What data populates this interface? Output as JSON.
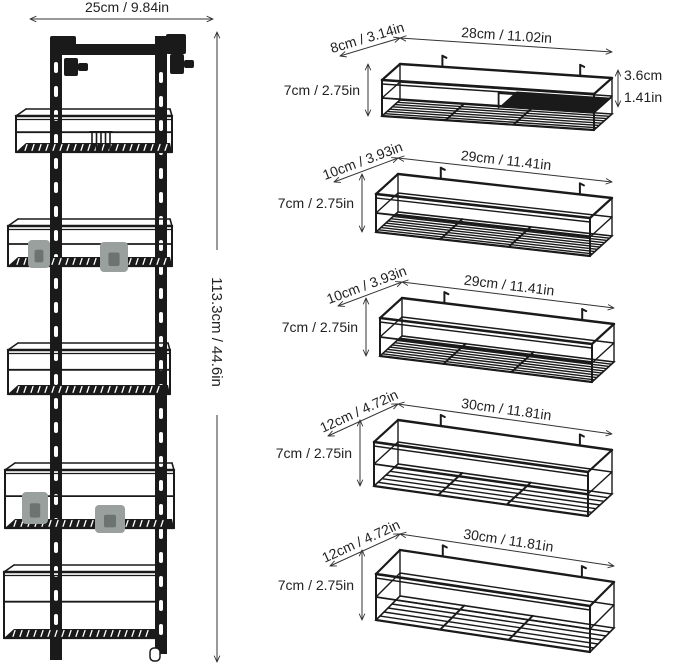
{
  "tower": {
    "width_label": "25cm / 9.84in",
    "height_label": "113.3cm / 44.6in"
  },
  "baskets": [
    {
      "depth_label": "8cm / 3.14in",
      "width_label": "28cm / 11.02in",
      "height_label": "7cm / 2.75in",
      "sub_height_label_cm": "3.6cm",
      "sub_height_label_in": "1.41in"
    },
    {
      "depth_label": "10cm / 3.93in",
      "width_label": "29cm / 11.41in",
      "height_label": "7cm / 2.75in"
    },
    {
      "depth_label": "10cm / 3.93in",
      "width_label": "29cm / 11.41in",
      "height_label": "7cm / 2.75in"
    },
    {
      "depth_label": "12cm / 4.72in",
      "width_label": "30cm / 11.81in",
      "height_label": "7cm / 2.75in"
    },
    {
      "depth_label": "12cm / 4.72in",
      "width_label": "30cm / 11.81in",
      "height_label": "7cm / 2.75in"
    }
  ],
  "colors": {
    "frame": "#1a1a1a",
    "hook": "#9aa09d",
    "hook_dark": "#6d7370",
    "dimension": "#333333",
    "background": "#ffffff"
  }
}
